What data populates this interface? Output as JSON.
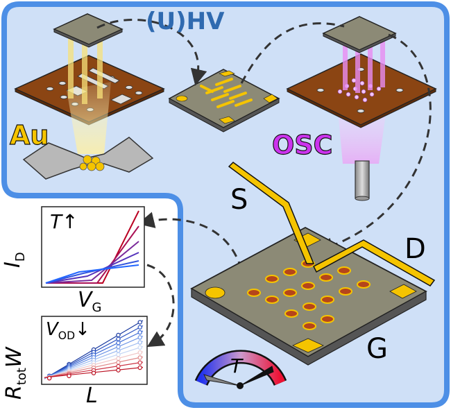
{
  "labels": {
    "chamber": "(U)HV",
    "gold": "Au",
    "semiconductor": "OSC",
    "source": "S",
    "drain": "D",
    "gate": "G",
    "temperature": "T"
  },
  "plot_transfer": {
    "ylabel_main": "I",
    "ylabel_sub": "D",
    "xlabel_main": "V",
    "xlabel_sub": "G",
    "annotation_var": "T",
    "annotation_arrow": "↑"
  },
  "plot_tlm": {
    "ylabel_main": "R",
    "ylabel_sub": "tot",
    "ylabel_tail": "W",
    "xlabel_main": "L",
    "annotation_var": "V",
    "annotation_sub": "OD",
    "annotation_arrow": "↓"
  },
  "colors": {
    "chamber_fill": "#cfe0f7",
    "chamber_border": "#4d8fe6",
    "gold": "#f5c400",
    "osc": "#cc33ee",
    "substrate": "#8b4513",
    "chip": "#8c8a76",
    "hot": "#cc0022",
    "cold": "#2255dd"
  }
}
